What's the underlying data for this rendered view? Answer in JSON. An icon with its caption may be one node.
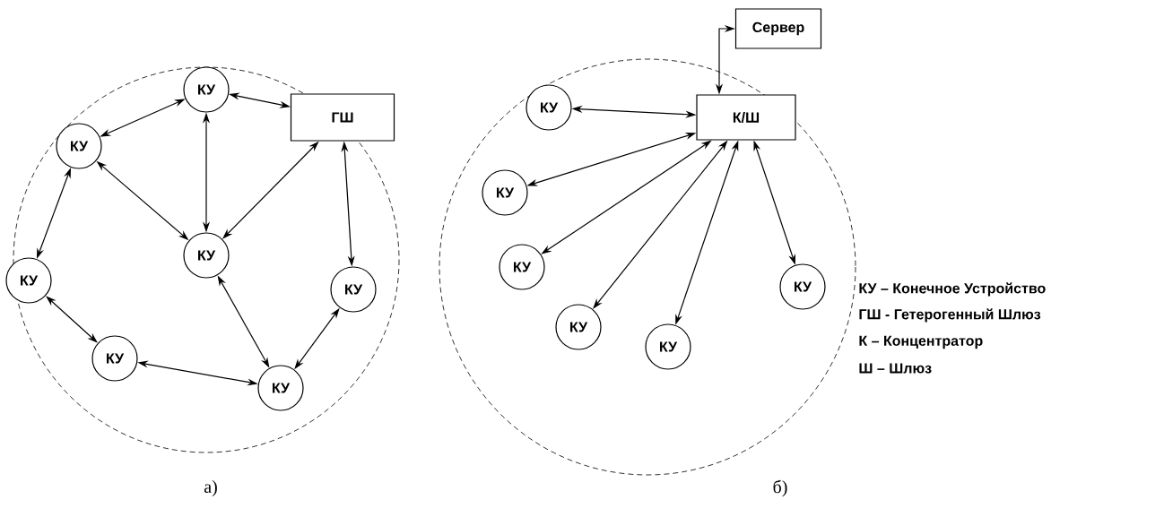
{
  "diagram": {
    "nodes": [
      {
        "text": [
          "КУ"
        ]
      },
      {
        "text": [
          "ГШ"
        ]
      },
      {
        "text": [
          "КУ"
        ]
      },
      {
        "text": [
          "КУ"
        ]
      },
      {
        "text": [
          "КУ"
        ]
      },
      {
        "text": [
          "КУ"
        ]
      },
      {
        "text": [
          "КУ"
        ]
      },
      {
        "text": [
          "КУ"
        ]
      },
      {
        "text": [
          "Сервер"
        ]
      },
      {
        "text": [
          "К/Ш"
        ]
      },
      {
        "text": [
          "КУ"
        ]
      },
      {
        "text": [
          "КУ"
        ]
      },
      {
        "text": [
          "КУ"
        ]
      },
      {
        "text": [
          "КУ"
        ]
      },
      {
        "text": [
          "КУ"
        ]
      },
      {
        "text": [
          "КУ"
        ]
      }
    ],
    "edges": [
      {
        "from": 0,
        "to": 1,
        "arrow": "both"
      },
      {
        "from": 0,
        "to": 2,
        "arrow": "both"
      },
      {
        "from": 0,
        "to": 3,
        "arrow": "both"
      },
      {
        "from": 1,
        "to": 3,
        "arrow": "both"
      },
      {
        "from": 1,
        "to": 5,
        "arrow": "both"
      },
      {
        "from": 2,
        "to": 3,
        "arrow": "both"
      },
      {
        "from": 2,
        "to": 4,
        "arrow": "both"
      },
      {
        "from": 4,
        "to": 6,
        "arrow": "both"
      },
      {
        "from": 6,
        "to": 7,
        "arrow": "both"
      },
      {
        "from": 3,
        "to": 7,
        "arrow": "both"
      },
      {
        "from": 5,
        "to": 7,
        "arrow": "both"
      },
      {
        "from": 9,
        "to": 8,
        "arrow": "both"
      },
      {
        "from": 10,
        "to": 9,
        "arrow": "both"
      },
      {
        "from": 11,
        "to": 9,
        "arrow": "both"
      },
      {
        "from": 12,
        "to": 9,
        "arrow": "both"
      },
      {
        "from": 13,
        "to": 9,
        "arrow": "both"
      },
      {
        "from": 14,
        "to": 9,
        "arrow": "both"
      },
      {
        "from": 15,
        "to": 9,
        "arrow": "both"
      }
    ],
    "labels": [
      "КУ – Конечное Устройство",
      "ГШ - Гетерогенный Шлюз",
      "К – Концентратор",
      "Ш – Шлюз",
      "а)",
      "б)"
    ]
  }
}
